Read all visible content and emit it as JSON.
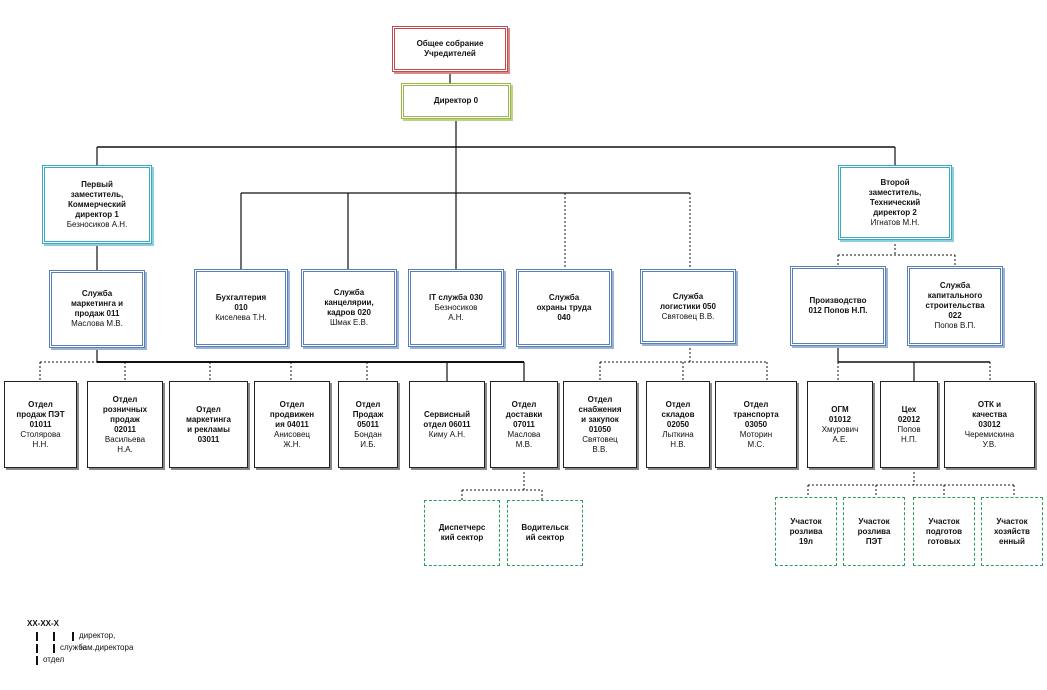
{
  "nodes": {
    "assembly": {
      "text": "Общее собрание\nУчредителей",
      "bold": true
    },
    "director": {
      "text": "Директор 0",
      "bold": true
    },
    "deputy1": {
      "text": "Первый\nзаместитель,\nКоммерческий\nдиректор 1",
      "sub": "Безносиков А.Н."
    },
    "deputy2": {
      "text": "Второй\nзаместитель,\nТехнический\nдиректор 2",
      "sub": "Игнатов М.Н."
    },
    "marketing": {
      "text": "Служба\nмаркетинга и\nпродаж 011",
      "sub": "Маслова М.В."
    },
    "accounting": {
      "text": "Бухгалтерия\n010",
      "sub": "Киселева Т.Н."
    },
    "office": {
      "text": "Служба\nканцелярии,\nкадров 020",
      "sub": "Шмак Е.В."
    },
    "it": {
      "text": "IT служба 030",
      "sub": "Безносиков\nА.Н."
    },
    "safety": {
      "text": "Служба\nохраны труда\n040",
      "sub": ""
    },
    "logistics": {
      "text": "Служба\nлогистики 050",
      "sub": "Святовец В.В."
    },
    "production": {
      "text": "Производство\n012 Попов Н.П.",
      "sub": ""
    },
    "construction": {
      "text": "Служба\nкапитального\nстроительства\n022",
      "sub": "Попов В.П."
    },
    "d1": {
      "text": "Отдел\nпродаж ПЭТ\n01011",
      "sub": "Столярова\nН.Н."
    },
    "d2": {
      "text": "Отдел\nрозничных\nпродаж\n02011",
      "sub": "Васильева\nН.А."
    },
    "d3": {
      "text": "Отдел\nмаркетинга\nи рекламы\n03011",
      "sub": ""
    },
    "d4": {
      "text": "Отдел\nпродвижен\nия 04011",
      "sub": "Анисовец\nЖ.Н."
    },
    "d5": {
      "text": "Отдел\nПродаж\n05011",
      "sub": "Бондан\nИ.Б."
    },
    "d6": {
      "text": "Сервисный\nотдел 06011",
      "sub": "Киму А.Н."
    },
    "d7": {
      "text": "Отдел\nдоставки\n07011",
      "sub": "Маслова\nМ.В."
    },
    "d8": {
      "text": "Отдел\nснабжения\nи закупок\n01050",
      "sub": "Святовец\nВ.В."
    },
    "d9": {
      "text": "Отдел\nскладов\n02050",
      "sub": "Лыткина\nН.В."
    },
    "d10": {
      "text": "Отдел\nтранспорта\n03050",
      "sub": "Моторин\nМ.С."
    },
    "d11": {
      "text": "ОГМ\n01012",
      "sub": "Хмурович\nА.Е."
    },
    "d12": {
      "text": "Цех\n02012",
      "sub": "Попов\nН.П."
    },
    "d13": {
      "text": "ОТК и\nкачества\n03012",
      "sub": "Черемискина\nУ.В."
    },
    "s1": {
      "text": "Диспетчерс\nкий сектор",
      "bold": true
    },
    "s2": {
      "text": "Водительск\nий сектор",
      "bold": true
    },
    "s3": {
      "text": "Участок\nрозлива\n19л",
      "bold": true
    },
    "s4": {
      "text": "Участок\nрозлива\nПЭТ",
      "bold": true
    },
    "s5": {
      "text": "Участок\nподготов\nготовых",
      "bold": true
    },
    "s6": {
      "text": "Участок\nхозяйств\nенный",
      "bold": true
    }
  },
  "legend": {
    "code": "ХХ-ХХ-Х",
    "item1": "директор, зам.директора",
    "item2": "служба",
    "item3": "отдел"
  }
}
